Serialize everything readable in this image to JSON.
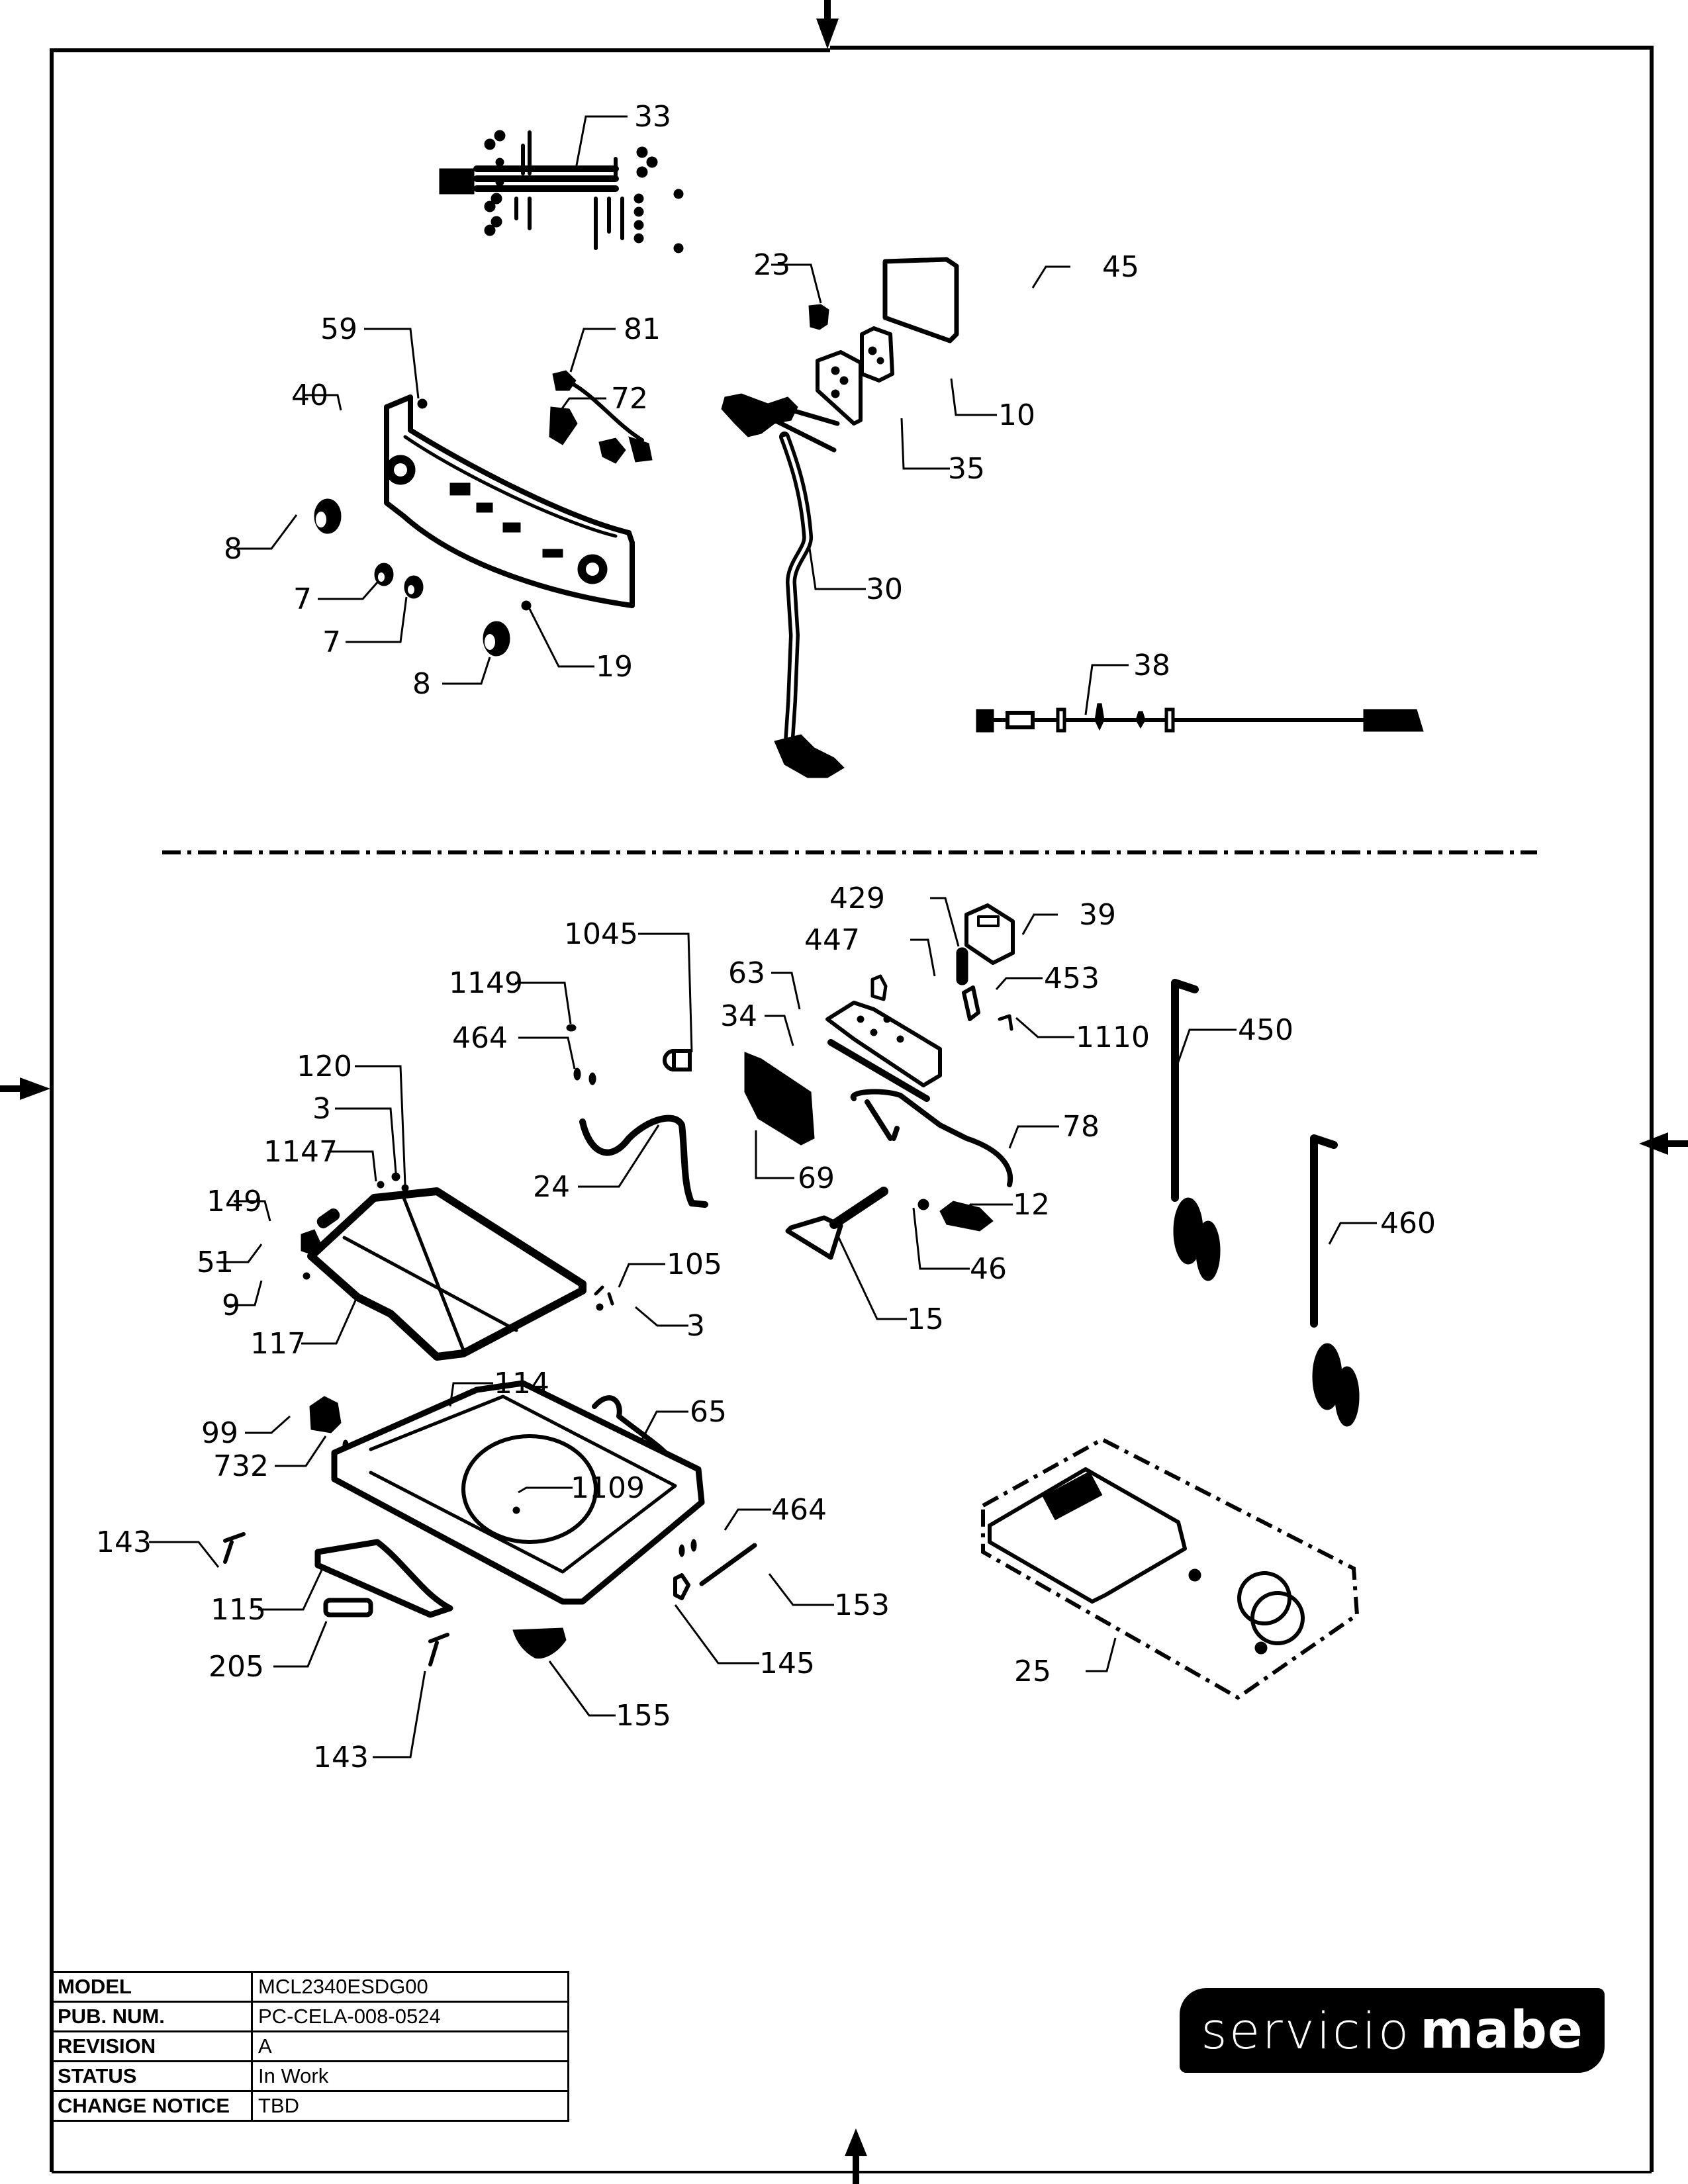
{
  "document": {
    "type": "exploded parts diagram",
    "sections": [
      "upper",
      "lower"
    ]
  },
  "title_block": {
    "rows": [
      {
        "label": "MODEL",
        "value": "MCL2340ESDG00"
      },
      {
        "label": "PUB. NUM.",
        "value": "PC-CELA-008-0524"
      },
      {
        "label": "REVISION",
        "value": "A"
      },
      {
        "label": "STATUS",
        "value": "In Work"
      },
      {
        "label": "CHANGE NOTICE",
        "value": "TBD"
      }
    ]
  },
  "logo": {
    "light_text": "servicio",
    "bold_text": "mabe"
  },
  "callouts": {
    "upper": [
      {
        "id": "33"
      },
      {
        "id": "23"
      },
      {
        "id": "45"
      },
      {
        "id": "59"
      },
      {
        "id": "81"
      },
      {
        "id": "40"
      },
      {
        "id": "72"
      },
      {
        "id": "10"
      },
      {
        "id": "35"
      },
      {
        "id": "8"
      },
      {
        "id": "7"
      },
      {
        "id": "7"
      },
      {
        "id": "30"
      },
      {
        "id": "8"
      },
      {
        "id": "19"
      },
      {
        "id": "38"
      }
    ],
    "lower": [
      {
        "id": "429"
      },
      {
        "id": "39"
      },
      {
        "id": "1045"
      },
      {
        "id": "447"
      },
      {
        "id": "63"
      },
      {
        "id": "453"
      },
      {
        "id": "1149"
      },
      {
        "id": "34"
      },
      {
        "id": "1110"
      },
      {
        "id": "464"
      },
      {
        "id": "450"
      },
      {
        "id": "120"
      },
      {
        "id": "3"
      },
      {
        "id": "78"
      },
      {
        "id": "1147"
      },
      {
        "id": "69"
      },
      {
        "id": "24"
      },
      {
        "id": "149"
      },
      {
        "id": "12"
      },
      {
        "id": "460"
      },
      {
        "id": "51"
      },
      {
        "id": "105"
      },
      {
        "id": "46"
      },
      {
        "id": "9"
      },
      {
        "id": "3"
      },
      {
        "id": "15"
      },
      {
        "id": "117"
      },
      {
        "id": "114"
      },
      {
        "id": "65"
      },
      {
        "id": "99"
      },
      {
        "id": "732"
      },
      {
        "id": "1109"
      },
      {
        "id": "464"
      },
      {
        "id": "143"
      },
      {
        "id": "153"
      },
      {
        "id": "115"
      },
      {
        "id": "145"
      },
      {
        "id": "205"
      },
      {
        "id": "25"
      },
      {
        "id": "155"
      },
      {
        "id": "143"
      }
    ]
  }
}
